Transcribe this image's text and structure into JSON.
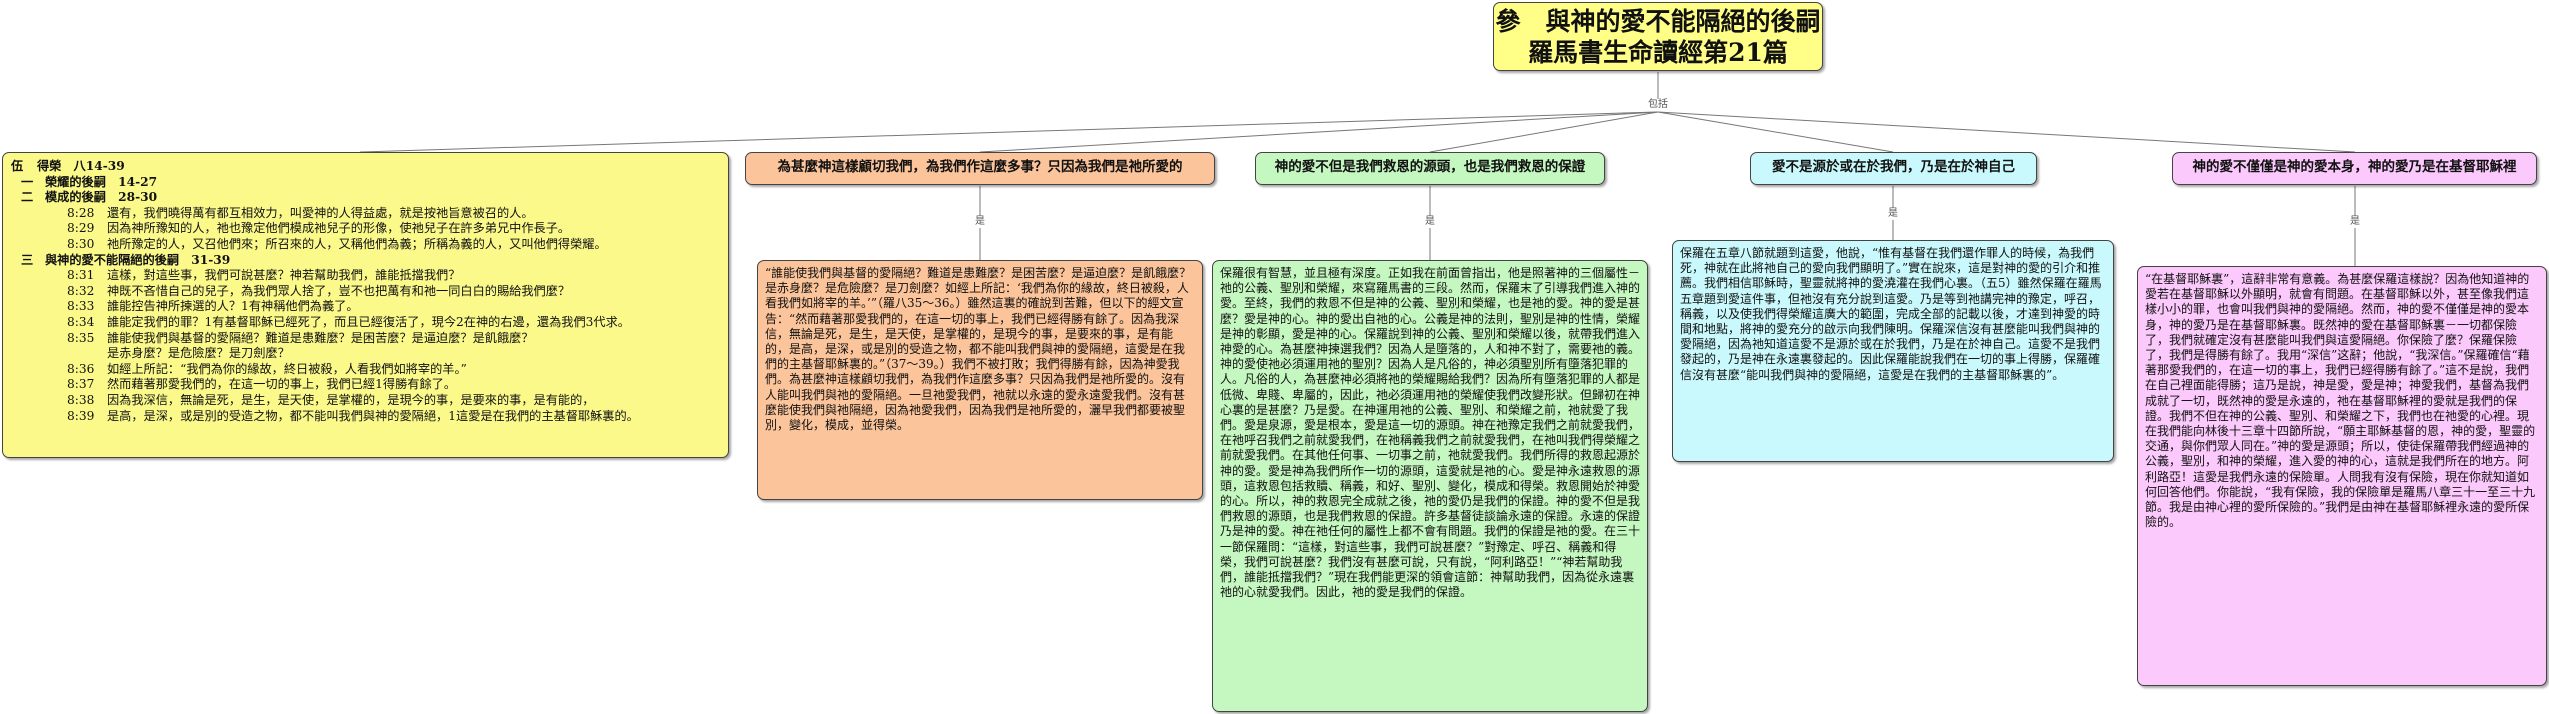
{
  "title": {
    "line1": "參　與神的愛不能隔絕的後嗣",
    "line2": "羅馬書生命讀經第21篇"
  },
  "edge_labels": {
    "root": "包括",
    "child": "是"
  },
  "outline": {
    "heading": {
      "num": "伍",
      "text": "得榮　八14-39"
    },
    "sections": [
      {
        "num": "一",
        "text": "榮耀的後嗣　14-27"
      },
      {
        "num": "二",
        "text": "模成的後嗣　28-30"
      }
    ],
    "verses_a": [
      {
        "ref": "8:28",
        "text": "還有，我們曉得萬有都互相效力，叫愛神的人得益處，就是按祂旨意被召的人。"
      },
      {
        "ref": "8:29",
        "text": "因為神所豫知的人，祂也豫定他們模成祂兒子的形像，使祂兒子在許多弟兄中作長子。"
      },
      {
        "ref": "8:30",
        "text": "祂所豫定的人，又召他們來；所召來的人，又稱他們為義；所稱為義的人，又叫他們得榮耀。"
      }
    ],
    "section3": {
      "num": "三",
      "text": "與神的愛不能隔絕的後嗣　31-39"
    },
    "verses_b": [
      {
        "ref": "8:31",
        "text": "這樣，對這些事，我們可說甚麼？神若幫助我們，誰能抵擋我們？"
      },
      {
        "ref": "8:32",
        "text": "神既不吝惜自己的兒子，為我們眾人捨了，豈不也把萬有和祂一同白白的賜給我們麼？"
      },
      {
        "ref": "8:33",
        "text": "誰能控告神所揀選的人？1有神稱他們為義了。"
      },
      {
        "ref": "8:34",
        "text": "誰能定我們的罪？1有基督耶穌已經死了，而且已經復活了，現今2在神的右邊，還為我們3代求。"
      },
      {
        "ref": "8:35",
        "text": "誰能使我們與基督的愛隔絕？難道是患難麼？是困苦麼？是逼迫麼？是飢餓麼？"
      },
      {
        "ref": "",
        "text": "是赤身麼？是危險麼？是刀劍麼？"
      },
      {
        "ref": "8:36",
        "text": "如經上所記：“我們為你的緣故，終日被殺，人看我們如將宰的羊。”"
      },
      {
        "ref": "8:37",
        "text": "然而藉著那愛我們的，在這一切的事上，我們已經1得勝有餘了。"
      },
      {
        "ref": "8:38",
        "text": "因為我深信，無論是死，是生，是天使，是掌權的，是現今的事，是要來的事，是有能的，"
      },
      {
        "ref": "8:39",
        "text": "是高，是深，或是別的受造之物，都不能叫我們與神的愛隔絕，1這愛是在我們的主基督耶穌裏的。"
      }
    ]
  },
  "branches": [
    {
      "heading": "為甚麼神這樣顧切我們，為我們作這麼多事？只因為我們是祂所愛的",
      "body": "“誰能使我們與基督的愛隔絕？難道是患難麼？是困苦麼？是逼迫麼？是飢餓麼？是赤身麼？是危險麼？是刀劍麼？如經上所記：‘我們為你的緣故，終日被殺，人看我們如將宰的羊。’”（羅八35～36。）雖然這裏的確說到苦難，但以下的經文宣告：“然而藉著那愛我們的，在這一切的事上，我們已經得勝有餘了。因為我深信，無論是死，是生，是天使，是掌權的，是現今的事，是要來的事，是有能的，是高，是深，或是別的受造之物，都不能叫我們與神的愛隔絕，這愛是在我們的主基督耶穌裏的。”（37～39。）我們不被打敗；我們得勝有餘，因為神愛我們。為甚麼神這樣顧切我們，為我們作這麼多事？只因為我們是祂所愛的。沒有人能叫我們與祂的愛隔絕。一旦祂愛我們，祂就以永遠的愛永遠愛我們。沒有甚麼能使我們與祂隔絕，因為祂愛我們，因為我們是祂所愛的，灑早我們都要被聖別，變化，模成，並得榮。"
    },
    {
      "heading": "神的愛不但是我們救恩的源頭，也是我們救恩的保證",
      "body": "保羅很有智慧，並且極有深度。正如我在前面曾指出，他是照著神的三個屬性－祂的公義、聖別和榮耀，來寫羅馬書的三段。然而，保羅末了引導我們進入神的愛。至終，我們的救恩不但是神的公義、聖別和榮耀，也是祂的愛。神的愛是甚麼？愛是神的心。神的愛出自祂的心。公義是神的法則，聖別是神的性情，榮耀是神的彰顯，愛是神的心。保羅說到神的公義、聖別和榮耀以後，就帶我們進入神愛的心。為甚麼神揀選我們？因為人是墮落的，人和神不對了，需要祂的義。神的愛使祂必須運用祂的聖別？因為人是凡俗的，神必須聖別所有墮落犯罪的人。凡俗的人，為甚麼神必須將祂的榮耀賜給我們？因為所有墮落犯罪的人都是低微、卑賤、卑屬的，因此，祂必須運用祂的榮耀使我們改變形狀。但歸初在神心裏的是甚麼？乃是愛。在神運用祂的公義、聖別、和榮耀之前，祂就愛了我們。愛是泉源，愛是根本，愛是這一切的源頭。神在祂豫定我們之前就愛我們，在祂呼召我們之前就愛我們，在祂稱義我們之前就愛我們，在祂叫我們得榮耀之前就愛我們。在其他任何事、一切事之前，祂就愛我們。我們所得的救恩起源於神的愛。愛是神為我們所作一切的源頭，這愛就是祂的心。愛是神永遠救恩的源頭，這救恩包括救贖、稱義，和好、聖別、變化，模成和得榮。救恩開始於神愛的心。所以，神的救恩完全成就之後，祂的愛仍是我們的保證。神的愛不但是我們救恩的源頭，也是我們救恩的保證。許多基督徒談論永遠的保證。永遠的保證乃是神的愛。神在祂任何的屬性上都不會有問題。我們的保證是祂的愛。在三十一節保羅問：“這樣，對這些事，我們可說甚麼？”對豫定、呼召、稱義和得榮，我們可說甚麼？我們沒有甚麼可說，只有說，“阿利路亞！”“神若幫助我們，誰能抵擋我們？”現在我們能更深的領會這節：神幫助我們，因為從永遠裏祂的心就愛我們。因此，祂的愛是我們的保證。"
    },
    {
      "heading": "愛不是源於或在於我們，乃是在於神自己",
      "body": "保羅在五章八節就題到這愛，他說，“惟有基督在我們還作罪人的時候，為我們死，神就在此將祂自己的愛向我們顯明了。”實在說來，這是對神的愛的引介和推薦。我們相信耶穌時，聖靈就將神的愛澆灌在我們心裏。（五5）雖然保羅在羅馬五章題到愛這件事，但祂沒有充分說到這愛。乃是等到祂講完神的豫定，呼召，稱義，以及使我們得榮耀這廣大的範圍，完成全部的記載以後，才達到神愛的時間和地點，將神的愛充分的啟示向我們陳明。保羅深信沒有甚麼能叫我們與神的愛隔絕，因為祂知道這愛不是源於或在於我們，乃是在於神自己。這愛不是我們發起的，乃是神在永遠裏發起的。因此保羅能說我們在一切的事上得勝，保羅確信沒有甚麼“能叫我們與神的愛隔絕，這愛是在我們的主基督耶穌裏的”。"
    },
    {
      "heading": "神的愛不僅僅是神的愛本身，神的愛乃是在基督耶穌裡",
      "body": "“在基督耶穌裏”，這辭非常有意義。為甚麼保羅這樣說？因為他知道神的愛若在基督耶穌以外顯明，就會有問題。在基督耶穌以外，甚至像我們這樣小小的罪，也會叫我們與神的愛隔絕。然而，神的愛不僅僅是神的愛本身，神的愛乃是在基督耶穌裏。既然神的愛在基督耶穌裏－一切都保險了，我們就確定沒有甚麼能叫我們與這愛隔絕。你保險了麼？保羅保險了，我們是得勝有餘了。我用“深信”这辭；他說，“我深信。”保羅確信“藉著那愛我們的，在這一切的事上，我們已經得勝有餘了。”這不是說，我們在自己裡面能得勝；這乃是說，神是愛，愛是神；神愛我們，基督為我們成就了一切，既然神的愛是永遠的，祂在基督耶穌裡的愛就是我們的保證。我們不但在神的公義、聖別、和榮耀之下，我們也在祂愛的心裡。現在我們能向林後十三章十四節所說，“願主耶穌基督的恩，神的愛，聖靈的交通，與你們眾人同在。”神的愛是源頭；所以，使徒保羅帶我們經過神的公義，聖別，和神的榮耀，進入愛的神的心，這就是我們所在的地方。阿利路亞！這愛是我們永遠的保險單。人問我有沒有保險，現在你就知道如何回答他們。你能說，“我有保險，我的保險單是羅馬八章三十一至三十九節。我是由神心裡的愛所保險的。”我們是由神在基督耶穌裡永遠的愛所保險的。"
    }
  ],
  "colors": {
    "title_bg": "#ffff88",
    "outline_bg": "#fbf98a",
    "branch1_bg": "#fbc49a",
    "branch2_bg": "#c5f7c0",
    "branch3_bg": "#c9f9fc",
    "branch4_bg": "#fbc9fb"
  }
}
